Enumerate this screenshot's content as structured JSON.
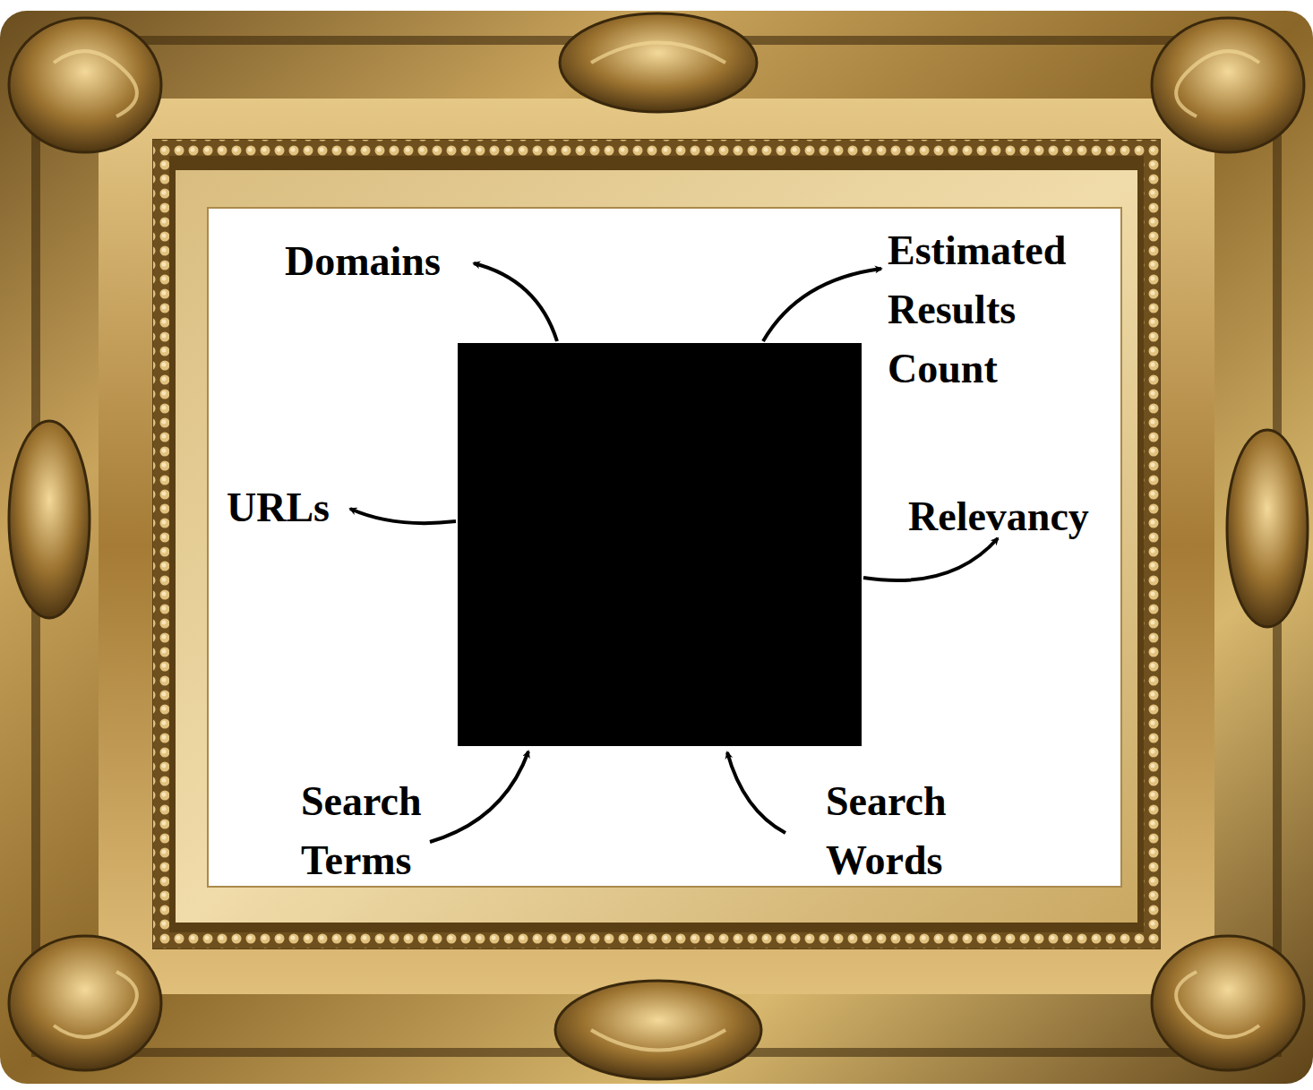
{
  "diagram": {
    "labels": [
      "Domains",
      "Estimated Results Count",
      "URLs",
      "Relevancy",
      "Search Terms",
      "Search Words"
    ]
  }
}
